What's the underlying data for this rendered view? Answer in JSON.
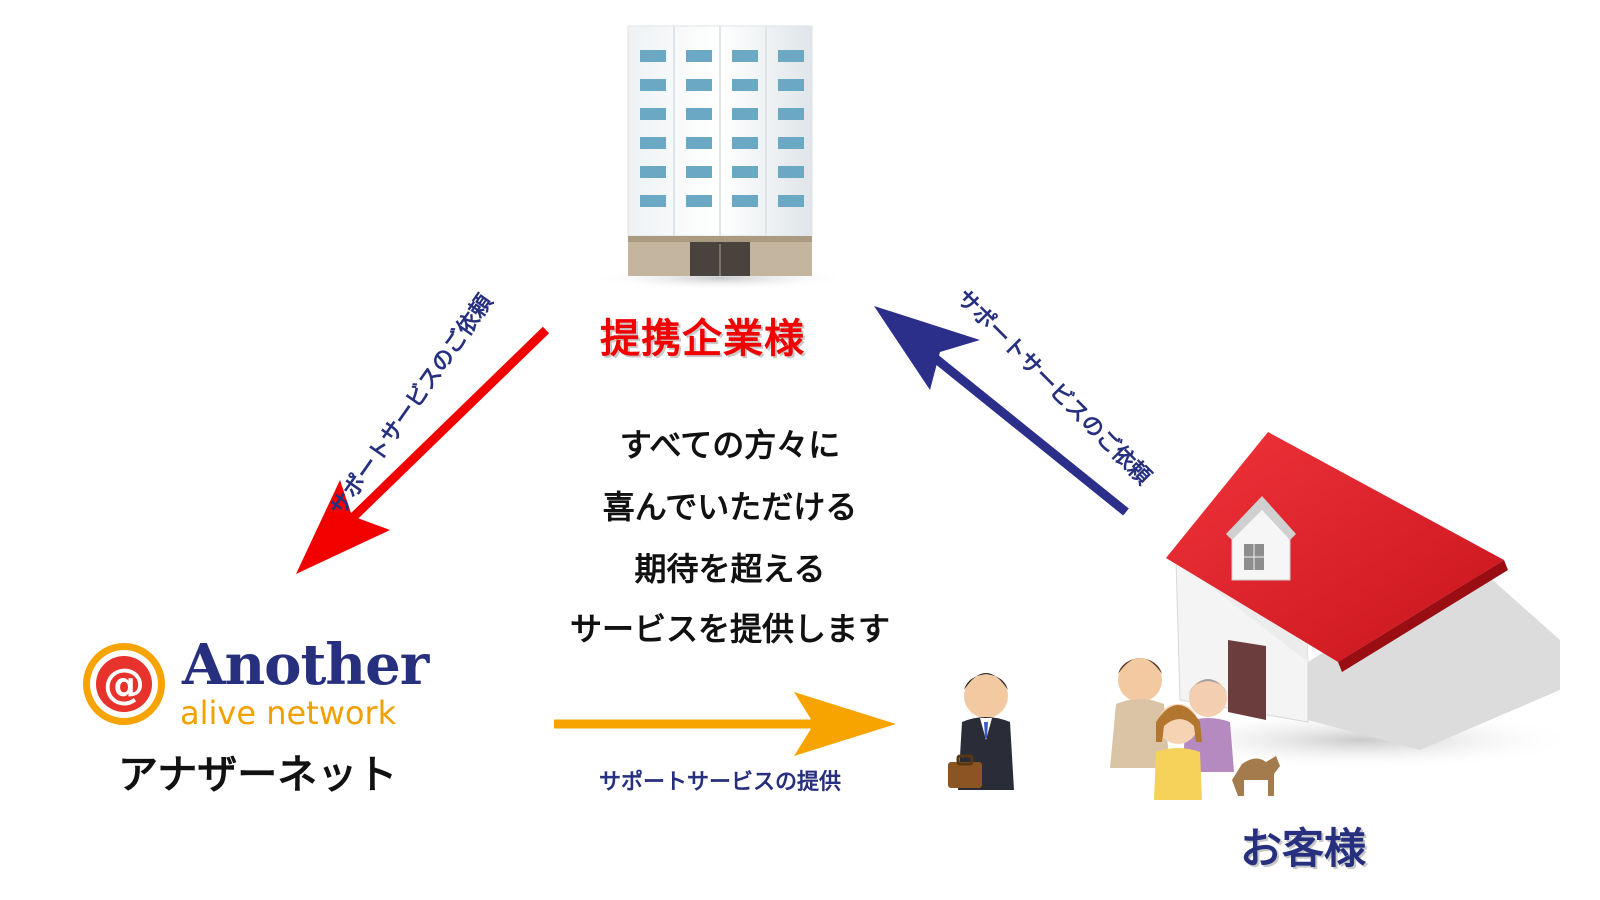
{
  "colors": {
    "red": "#f20000",
    "blue": "#2b2f8a",
    "orange": "#f7a400",
    "black": "#111111",
    "navy_text": "#26307e"
  },
  "nodes": {
    "partner": {
      "label": "提携企業様",
      "icon": "office-building-icon"
    },
    "company": {
      "logo_word1": "Another",
      "logo_word2": "alive network",
      "label": "アナザーネット",
      "icon": "at-sign-logo-icon"
    },
    "customer": {
      "label": "お客様",
      "icon": "house-with-family-icon"
    }
  },
  "edges": {
    "partner_to_company": {
      "label": "サポートサービスのご依頼"
    },
    "customer_to_partner": {
      "label": "サポートサービスのご依頼"
    },
    "company_to_customer": {
      "label": "サポートサービスの提供"
    }
  },
  "center_message": [
    "すべての方々に",
    "喜んでいただける",
    "期待を超える",
    "サービスを提供します"
  ]
}
